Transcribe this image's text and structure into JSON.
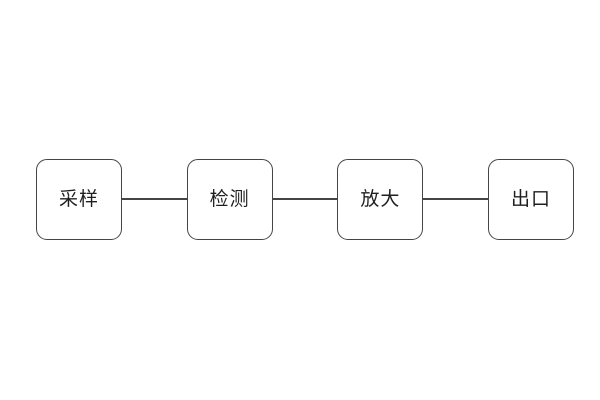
{
  "diagram": {
    "type": "flowchart",
    "direction": "horizontal",
    "nodes": [
      {
        "id": "sampling",
        "label": "采样"
      },
      {
        "id": "detection",
        "label": "检测"
      },
      {
        "id": "amplify",
        "label": "放大"
      },
      {
        "id": "outlet",
        "label": "出口"
      }
    ],
    "connections": [
      {
        "from": "sampling",
        "to": "detection"
      },
      {
        "from": "detection",
        "to": "amplify"
      },
      {
        "from": "amplify",
        "to": "outlet"
      }
    ],
    "colors": {
      "background": "#ffffff",
      "node_fill": "#ffffff",
      "node_border": "#454545",
      "connector": "#454545",
      "text": "#1f1f1f"
    }
  }
}
